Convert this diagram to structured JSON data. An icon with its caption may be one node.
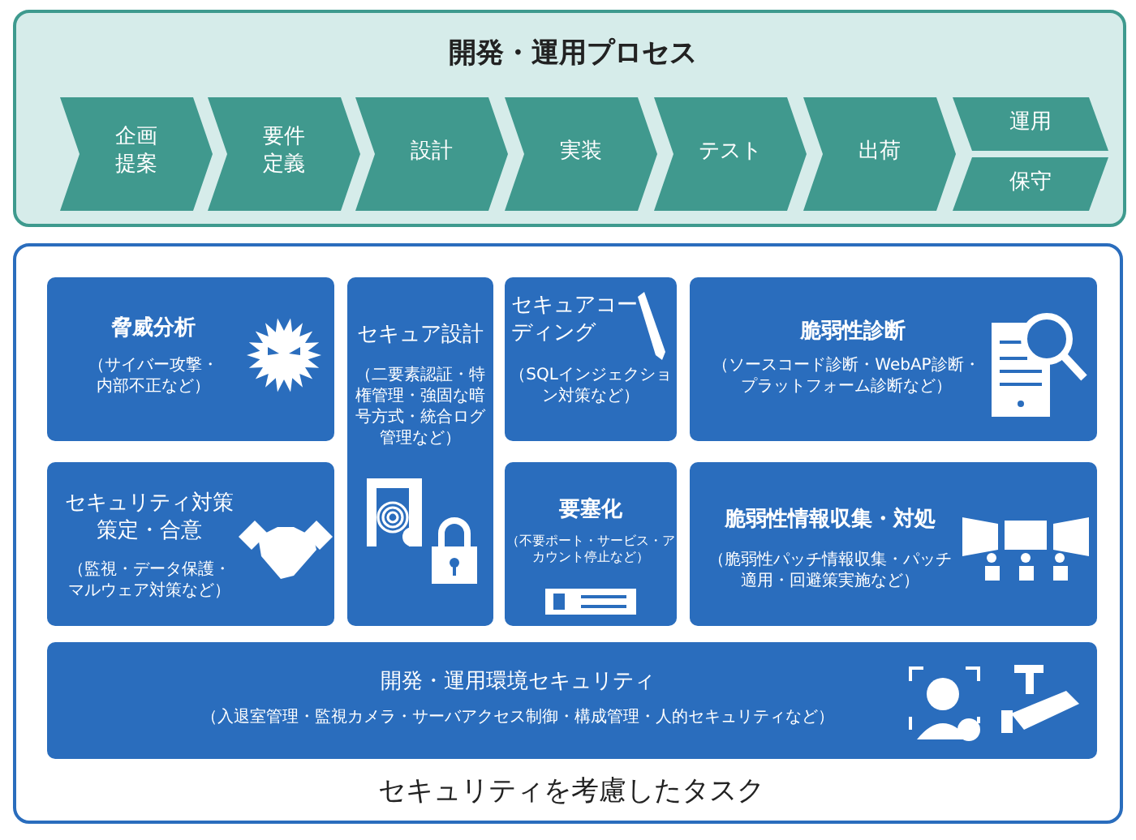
{
  "diagram": {
    "nodes": [
      {
        "text": [
          "開発・運用プロセス"
        ]
      },
      {
        "text": [
          "企画提案"
        ],
        "in": 0
      },
      {
        "text": [
          "要件定義"
        ],
        "in": 0
      },
      {
        "text": [
          "設計"
        ],
        "in": 0
      },
      {
        "text": [
          "実装"
        ],
        "in": 0
      },
      {
        "text": [
          "テスト"
        ],
        "in": 0
      },
      {
        "text": [
          "出荷"
        ],
        "in": 0
      },
      {
        "text": [
          "運用"
        ],
        "in": 0
      },
      {
        "text": [
          "保守"
        ],
        "in": 0
      },
      {
        "text": [
          "セキュリティを考慮したタスク"
        ]
      },
      {
        "text": [
          "脅威分析",
          "（サイバー攻撃・内部不正など）"
        ],
        "in": 9
      },
      {
        "text": [
          "セキュア設計",
          "（二要素認証・特権管理・強固な暗号方式・統合ログ管理など）"
        ],
        "in": 9
      },
      {
        "text": [
          "セキュアコーディング",
          "（SQLインジェクション対策など）"
        ],
        "in": 9
      },
      {
        "text": [
          "脆弱性診断",
          "（ソースコード診断・WebAP診断・プラットフォーム診断など）"
        ],
        "in": 9
      },
      {
        "text": [
          "セキュリティ対策策定・合意",
          "（監視・データ保護・マルウェア対策など）"
        ],
        "in": 9
      },
      {
        "text": [
          "要塞化",
          "（不要ポート・サービス・アカウント停止など）"
        ],
        "in": 9
      },
      {
        "text": [
          "脆弱性情報収集・対処",
          "（脆弱性パッチ情報収集・パッチ適用・回避策実施など）"
        ],
        "in": 9
      },
      {
        "text": [
          "開発・運用環境セキュリティ",
          "（入退室管理・監視カメラ・サーバアクセス制御・構成管理・人的セキュリティなど）"
        ],
        "in": 9
      }
    ]
  }
}
